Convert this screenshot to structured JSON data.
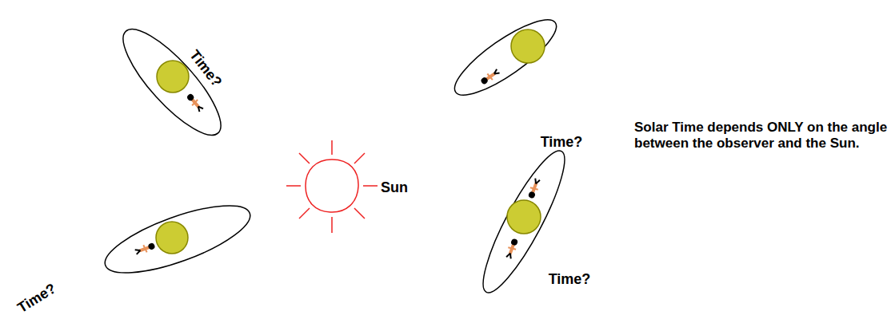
{
  "diagram": {
    "labels": [
      "Time?",
      "Sun",
      "Time?",
      "Solar Time depends ONLY on the angle between the observer and the Sun.",
      "Time?",
      "Time?"
    ]
  }
}
